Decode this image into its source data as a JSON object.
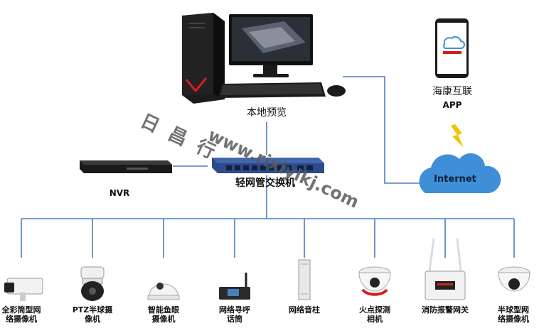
{
  "nodes": {
    "pc_label": "本地预览",
    "app_label": "海康互联",
    "app_sub": "APP",
    "nvr_label": "NVR",
    "switch_label": "轻网管交换机",
    "internet_label": "Internet"
  },
  "devices": [
    {
      "line1": "全彩筒型网",
      "line2": "络摄像机"
    },
    {
      "line1": "PTZ半球摄",
      "line2": "像机"
    },
    {
      "line1": "智能鱼眼",
      "line2": "摄像机"
    },
    {
      "line1": "网络寻呼",
      "line2": "话筒"
    },
    {
      "line1": "网络音柱",
      "line2": ""
    },
    {
      "line1": "火点探测",
      "line2": "相机"
    },
    {
      "line1": "消防报警网关",
      "line2": ""
    },
    {
      "line1": "半球型网",
      "line2": "络摄像机"
    }
  ],
  "watermark": {
    "cn": "日 昌 行",
    "url": "www.rixiyikj.com"
  },
  "colors": {
    "line": "#4a7fbf",
    "cloud": "#3f8fd8",
    "bolt": "#f2c400"
  },
  "icons": [
    "desktop-pc-icon",
    "monitor-icon",
    "keyboard-icon",
    "mouse-icon",
    "smartphone-icon",
    "nvr-icon",
    "switch-icon",
    "cloud-icon",
    "lightning-icon",
    "bullet-camera-icon",
    "ptz-dome-icon",
    "fisheye-camera-icon",
    "paging-mic-icon",
    "column-speaker-icon",
    "fire-detection-camera-icon",
    "fire-alarm-gateway-icon",
    "dome-camera-icon"
  ]
}
